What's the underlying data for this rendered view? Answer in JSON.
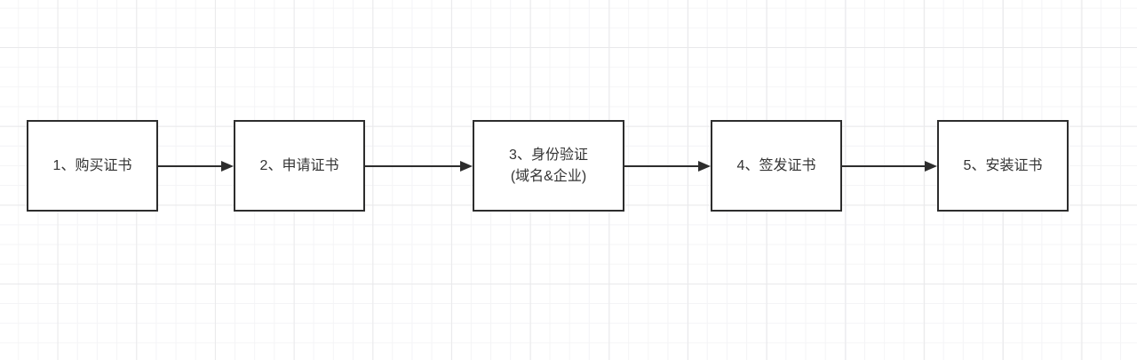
{
  "diagram": {
    "type": "flowchart",
    "steps": [
      {
        "id": 1,
        "label": "1、购买证书",
        "sublabel": ""
      },
      {
        "id": 2,
        "label": "2、申请证书",
        "sublabel": ""
      },
      {
        "id": 3,
        "label": "3、身份验证",
        "sublabel": "(域名&企业)"
      },
      {
        "id": 4,
        "label": "4、签发证书",
        "sublabel": ""
      },
      {
        "id": 5,
        "label": "5、安装证书",
        "sublabel": ""
      }
    ],
    "connectors": [
      {
        "from": 1,
        "to": 2
      },
      {
        "from": 2,
        "to": 3
      },
      {
        "from": 3,
        "to": 4
      },
      {
        "from": 4,
        "to": 5
      }
    ],
    "colors": {
      "node_border": "#2d2d2d",
      "node_fill": "#ffffff",
      "node_text": "#333333",
      "arrow": "#2d2d2d",
      "grid_minor": "#f4f4f6",
      "grid_major": "#e9e9eb",
      "canvas_background": "#ffffff"
    }
  }
}
